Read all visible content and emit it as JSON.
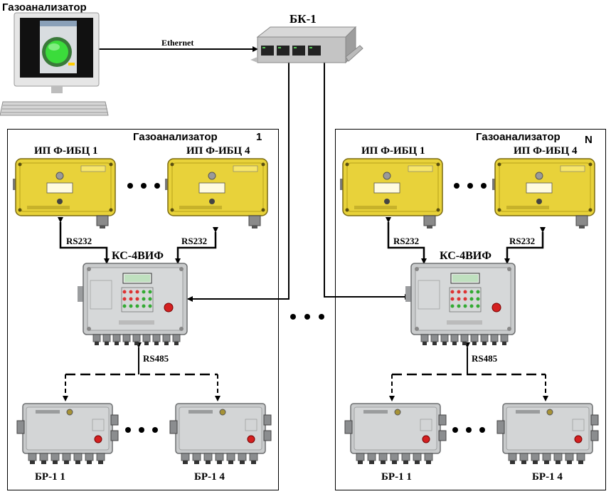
{
  "computer": {
    "title": "Газоанализатор"
  },
  "switch": {
    "title": "БК-1"
  },
  "link": {
    "ethernet": "Ethernet",
    "ellipsis": "• • •"
  },
  "groups": [
    {
      "title": "Газоанализатор",
      "index": "1",
      "sensors": [
        "ИП Ф-ИБЦ 1",
        "ИП Ф-ИБЦ 4"
      ],
      "rs232_left": "RS232",
      "rs232_right": "RS232",
      "controller": "КС-4ВИФ",
      "rs485": "RS485",
      "relays": [
        "БР-1 1",
        "БР-1 4"
      ]
    },
    {
      "title": "Газоанализатор",
      "index": "N",
      "sensors": [
        "ИП Ф-ИБЦ 1",
        "ИП Ф-ИБЦ 4"
      ],
      "rs232_left": "RS232",
      "rs232_right": "RS232",
      "controller": "КС-4ВИФ",
      "rs485": "RS485",
      "relays": [
        "БР-1 1",
        "БР-1 4"
      ]
    }
  ],
  "colors": {
    "sensor": "#e8d23a",
    "enclosure": "#c9cbcc",
    "screen": "#2a6e2a",
    "button_red": "#d42020"
  }
}
